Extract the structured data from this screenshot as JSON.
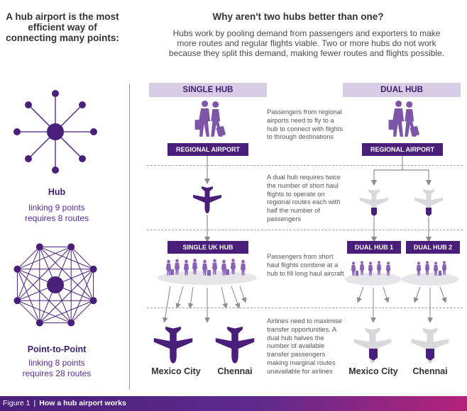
{
  "left": {
    "title": "A hub airport is the most efficient way of connecting many points:",
    "hub_label": "Hub",
    "hub_desc_1": "linking 9 points",
    "hub_desc_2": "requires 8 routes",
    "p2p_label": "Point-to-Point",
    "p2p_desc_1": "linking 8 points",
    "p2p_desc_2": "requires 28 routes"
  },
  "main": {
    "title": "Why aren't two hubs better than one?",
    "intro": "Hubs work by pooling demand from passengers and exporters to make more routes and regular flights viable. Two or more hubs do not work because they split this demand, making fewer routes and flights possible."
  },
  "single": {
    "heading": "SINGLE HUB",
    "regional_tag": "REGIONAL AIRPORT",
    "hub_tag": "SINGLE UK HUB",
    "city_1": "Mexico City",
    "city_2": "Chennai"
  },
  "dual": {
    "heading": "DUAL HUB",
    "regional_tag": "REGIONAL AIRPORT",
    "hub1_tag": "DUAL HUB 1",
    "hub2_tag": "DUAL HUB 2",
    "city_1": "Mexico City",
    "city_2": "Chennai"
  },
  "descriptions": {
    "row1": "Passengers from regional airports need to fly to a hub to connect with flights to through destinations",
    "row2": "A dual hub requires twice the number of short haul flights to operate on regional routes each with half the number of passengers",
    "row3": "Passengers from short haul flights combine at a hub to fill long haul aircraft",
    "row4": "Airlines need to maximise transfer opportunities. A dual hub halves the number of available transfer passengers making marginal routes unavailable for airlines"
  },
  "footer": {
    "figure": "Figure 1",
    "separator": "|",
    "title": "How a hub airport works"
  },
  "colors": {
    "purple_dark": "#4a1f7a",
    "purple_mid": "#7d56a8",
    "purple_light": "#d7cbe6",
    "grey_plane": "#d9d9dc",
    "crowd": "#8a62b5"
  },
  "icons": [
    "hub-network-icon",
    "point-to-point-network-icon",
    "passengers-icon",
    "plane-icon",
    "crowd-icon"
  ]
}
